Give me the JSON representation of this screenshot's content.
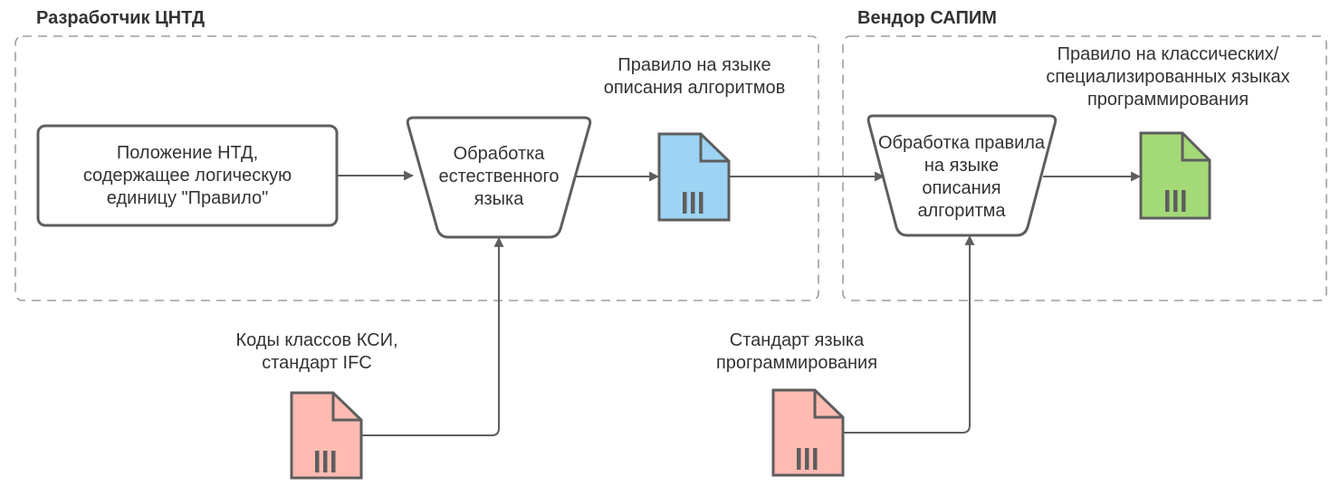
{
  "lanes": [
    {
      "title": "Разработчик ЦНТД"
    },
    {
      "title": "Вендор САПИМ"
    }
  ],
  "nodes": {
    "source_provision": {
      "lines": [
        "Положение НТД,",
        "содержащее логическую",
        "единицу \"Правило\""
      ],
      "shape": "rounded-rectangle"
    },
    "nlp_process": {
      "lines": [
        "Обработка",
        "естественного",
        "языка"
      ],
      "shape": "trapezoid"
    },
    "algo_rule_doc": {
      "caption": [
        "Правило на языке",
        "описания алгоритмов"
      ],
      "shape": "document",
      "color": "#9dd3f3"
    },
    "rule_process": {
      "lines": [
        "Обработка правила",
        "на языке",
        "описания",
        "алгоритма"
      ],
      "shape": "trapezoid"
    },
    "prog_rule_doc": {
      "caption": [
        "Правило на классических/",
        "специализированных языках",
        "программирования"
      ],
      "shape": "document",
      "color": "#a3d977"
    },
    "ksi_doc": {
      "caption": [
        "Коды классов КСИ,",
        "стандарт IFC"
      ],
      "shape": "document",
      "color": "#ffbbb1"
    },
    "lang_std_doc": {
      "caption": [
        "Стандарт языка",
        "программирования"
      ],
      "shape": "document",
      "color": "#ffbbb1"
    }
  },
  "edges": [
    {
      "from": "source_provision",
      "to": "nlp_process"
    },
    {
      "from": "nlp_process",
      "to": "algo_rule_doc"
    },
    {
      "from": "algo_rule_doc",
      "to": "rule_process"
    },
    {
      "from": "rule_process",
      "to": "prog_rule_doc"
    },
    {
      "from": "ksi_doc",
      "to": "nlp_process"
    },
    {
      "from": "lang_std_doc",
      "to": "rule_process"
    }
  ],
  "colors": {
    "stroke": "#5e5e5e",
    "dash": "#8a8a8a",
    "text": "#333333"
  }
}
